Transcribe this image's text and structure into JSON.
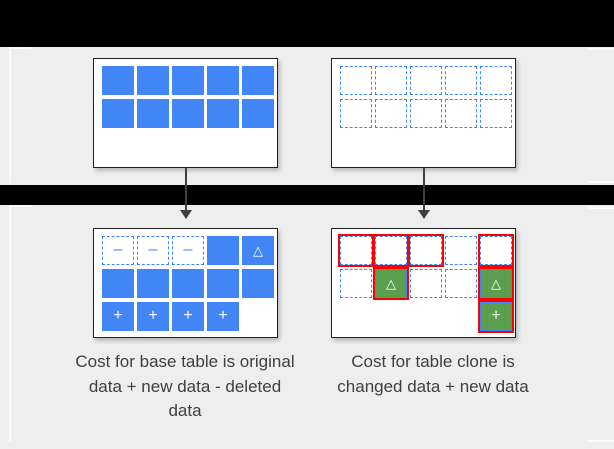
{
  "diagram": {
    "title": "Table clone storage cost diagram",
    "colors": {
      "background_band": "#eeeeee",
      "letterbox": "#000000",
      "data_block_blue": "#4285f4",
      "changed_block_green": "#5b9e4e",
      "highlight_red": "#ff0000",
      "card_border": "#202124",
      "text": "#3c4043"
    },
    "panels": {
      "top_left": {
        "name": "base-table-original",
        "rows": [
          [
            {
              "type": "solid"
            },
            {
              "type": "solid"
            },
            {
              "type": "solid"
            },
            {
              "type": "solid"
            },
            {
              "type": "solid"
            }
          ],
          [
            {
              "type": "solid"
            },
            {
              "type": "solid"
            },
            {
              "type": "solid"
            },
            {
              "type": "solid"
            },
            {
              "type": "solid"
            }
          ]
        ]
      },
      "top_right": {
        "name": "table-clone-initial",
        "rows": [
          [
            {
              "type": "dashed"
            },
            {
              "type": "dashed"
            },
            {
              "type": "dashed"
            },
            {
              "type": "dashed"
            },
            {
              "type": "dashed"
            }
          ],
          [
            {
              "type": "dashed"
            },
            {
              "type": "dashed"
            },
            {
              "type": "dashed"
            },
            {
              "type": "dashed"
            },
            {
              "type": "dashed"
            }
          ]
        ]
      },
      "bottom_left": {
        "name": "base-table-after-changes",
        "rows": [
          [
            {
              "type": "dashed",
              "glyph": "minus"
            },
            {
              "type": "dashed",
              "glyph": "minus"
            },
            {
              "type": "dashed",
              "glyph": "minus"
            },
            {
              "type": "solid"
            },
            {
              "type": "solid",
              "glyph": "triangle"
            }
          ],
          [
            {
              "type": "solid"
            },
            {
              "type": "solid"
            },
            {
              "type": "solid"
            },
            {
              "type": "solid"
            },
            {
              "type": "solid"
            }
          ],
          [
            {
              "type": "solid",
              "glyph": "plus"
            },
            {
              "type": "solid",
              "glyph": "plus"
            },
            {
              "type": "solid",
              "glyph": "plus"
            },
            {
              "type": "solid",
              "glyph": "plus"
            },
            {
              "type": "empty"
            }
          ]
        ]
      },
      "bottom_right": {
        "name": "table-clone-after-changes",
        "rows": [
          [
            {
              "type": "dashed",
              "flagged": true
            },
            {
              "type": "dashed",
              "flagged": true
            },
            {
              "type": "dashed",
              "flagged": true
            },
            {
              "type": "dashed"
            },
            {
              "type": "dashed",
              "flagged": true
            }
          ],
          [
            {
              "type": "dashed"
            },
            {
              "type": "green",
              "glyph": "triangle",
              "flagged": true
            },
            {
              "type": "dashed"
            },
            {
              "type": "dashed"
            },
            {
              "type": "green",
              "glyph": "triangle",
              "flagged": true
            }
          ],
          [
            {
              "type": "empty"
            },
            {
              "type": "empty"
            },
            {
              "type": "empty"
            },
            {
              "type": "empty"
            },
            {
              "type": "green",
              "glyph": "plus",
              "flagged": true
            }
          ]
        ]
      }
    },
    "glyphs": {
      "minus": "–",
      "plus": "+",
      "triangle": "△"
    },
    "captions": {
      "left": "Cost for base table is original data + new data - deleted data",
      "right": "Cost for table clone is changed data + new data"
    },
    "arrows": [
      {
        "name": "arrow-base-table",
        "from": "top_left",
        "to": "bottom_left"
      },
      {
        "name": "arrow-table-clone",
        "from": "top_right",
        "to": "bottom_right"
      }
    ]
  }
}
